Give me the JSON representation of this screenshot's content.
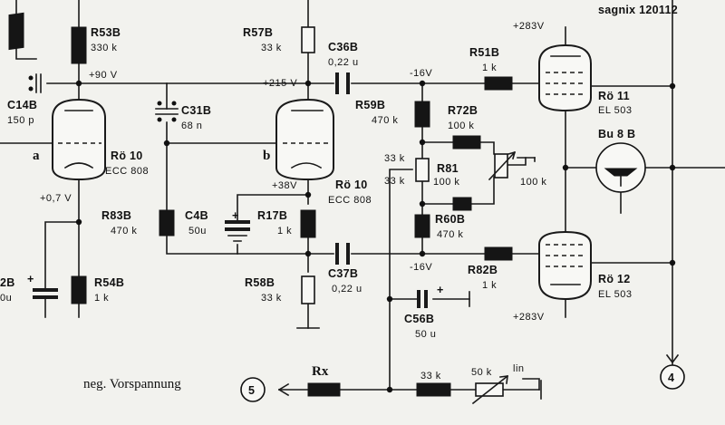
{
  "watermark": "sagnix 120112",
  "labels": {
    "r53b": "R53B",
    "r53b_val": "330 k",
    "c14b": "C14B",
    "c14b_val": "150 p",
    "v90": "+90 V",
    "c31b": "C31B",
    "c31b_val": "68 n",
    "r57b": "R57B",
    "r57b_val": "33 k",
    "v215": "+215 V",
    "c36b": "C36B",
    "c36b_val": "0,22 u",
    "m16a": "-16V",
    "r51b": "R51B",
    "r51b_val": "1 k",
    "v283a": "+283V",
    "ro11": "Rö 11",
    "el503a": "EL 503",
    "r59b": "R59B",
    "r59b_val": "470 k",
    "r72b": "R72B",
    "r72b_val": "100 k",
    "ro10a": "Rö 10",
    "ecc808a": "ECC 808",
    "node_a": "a",
    "node_b": "b",
    "k33a": "33 k",
    "k33b": "33 k",
    "r81": "R81",
    "r81_val": "100 k",
    "k100": "100 k",
    "bu8b": "Bu 8 B",
    "v07": "+0,7 V",
    "v38": "+38V",
    "ro10b": "Rö 10",
    "ecc808b": "ECC 808",
    "r83b": "R83B",
    "r83b_val": "470 k",
    "c4b": "C4B",
    "c4b_val": "50u",
    "r17b": "R17B",
    "r17b_val": "1 k",
    "r60b": "R60B",
    "r60b_val": "470 k",
    "c32b_part": "2B",
    "c32b_val_part": "0u",
    "r54b": "R54B",
    "r54b_val": "1 k",
    "c37b": "C37B",
    "c37b_val": "0,22 u",
    "m16b": "-16V",
    "r82b": "R82B",
    "r82b_val": "1 k",
    "ro12": "Rö 12",
    "el503b": "EL 503",
    "r58b": "R58B",
    "r58b_val": "33 k",
    "v283b": "+283V",
    "c56b": "C56B",
    "c56b_val": "50 u",
    "neg": "neg. Vorspannung",
    "term5": "5",
    "rx": "Rx",
    "k33c": "33 k",
    "k50": "50 k",
    "lin": "lin",
    "term4": "4",
    "plus": "+"
  }
}
